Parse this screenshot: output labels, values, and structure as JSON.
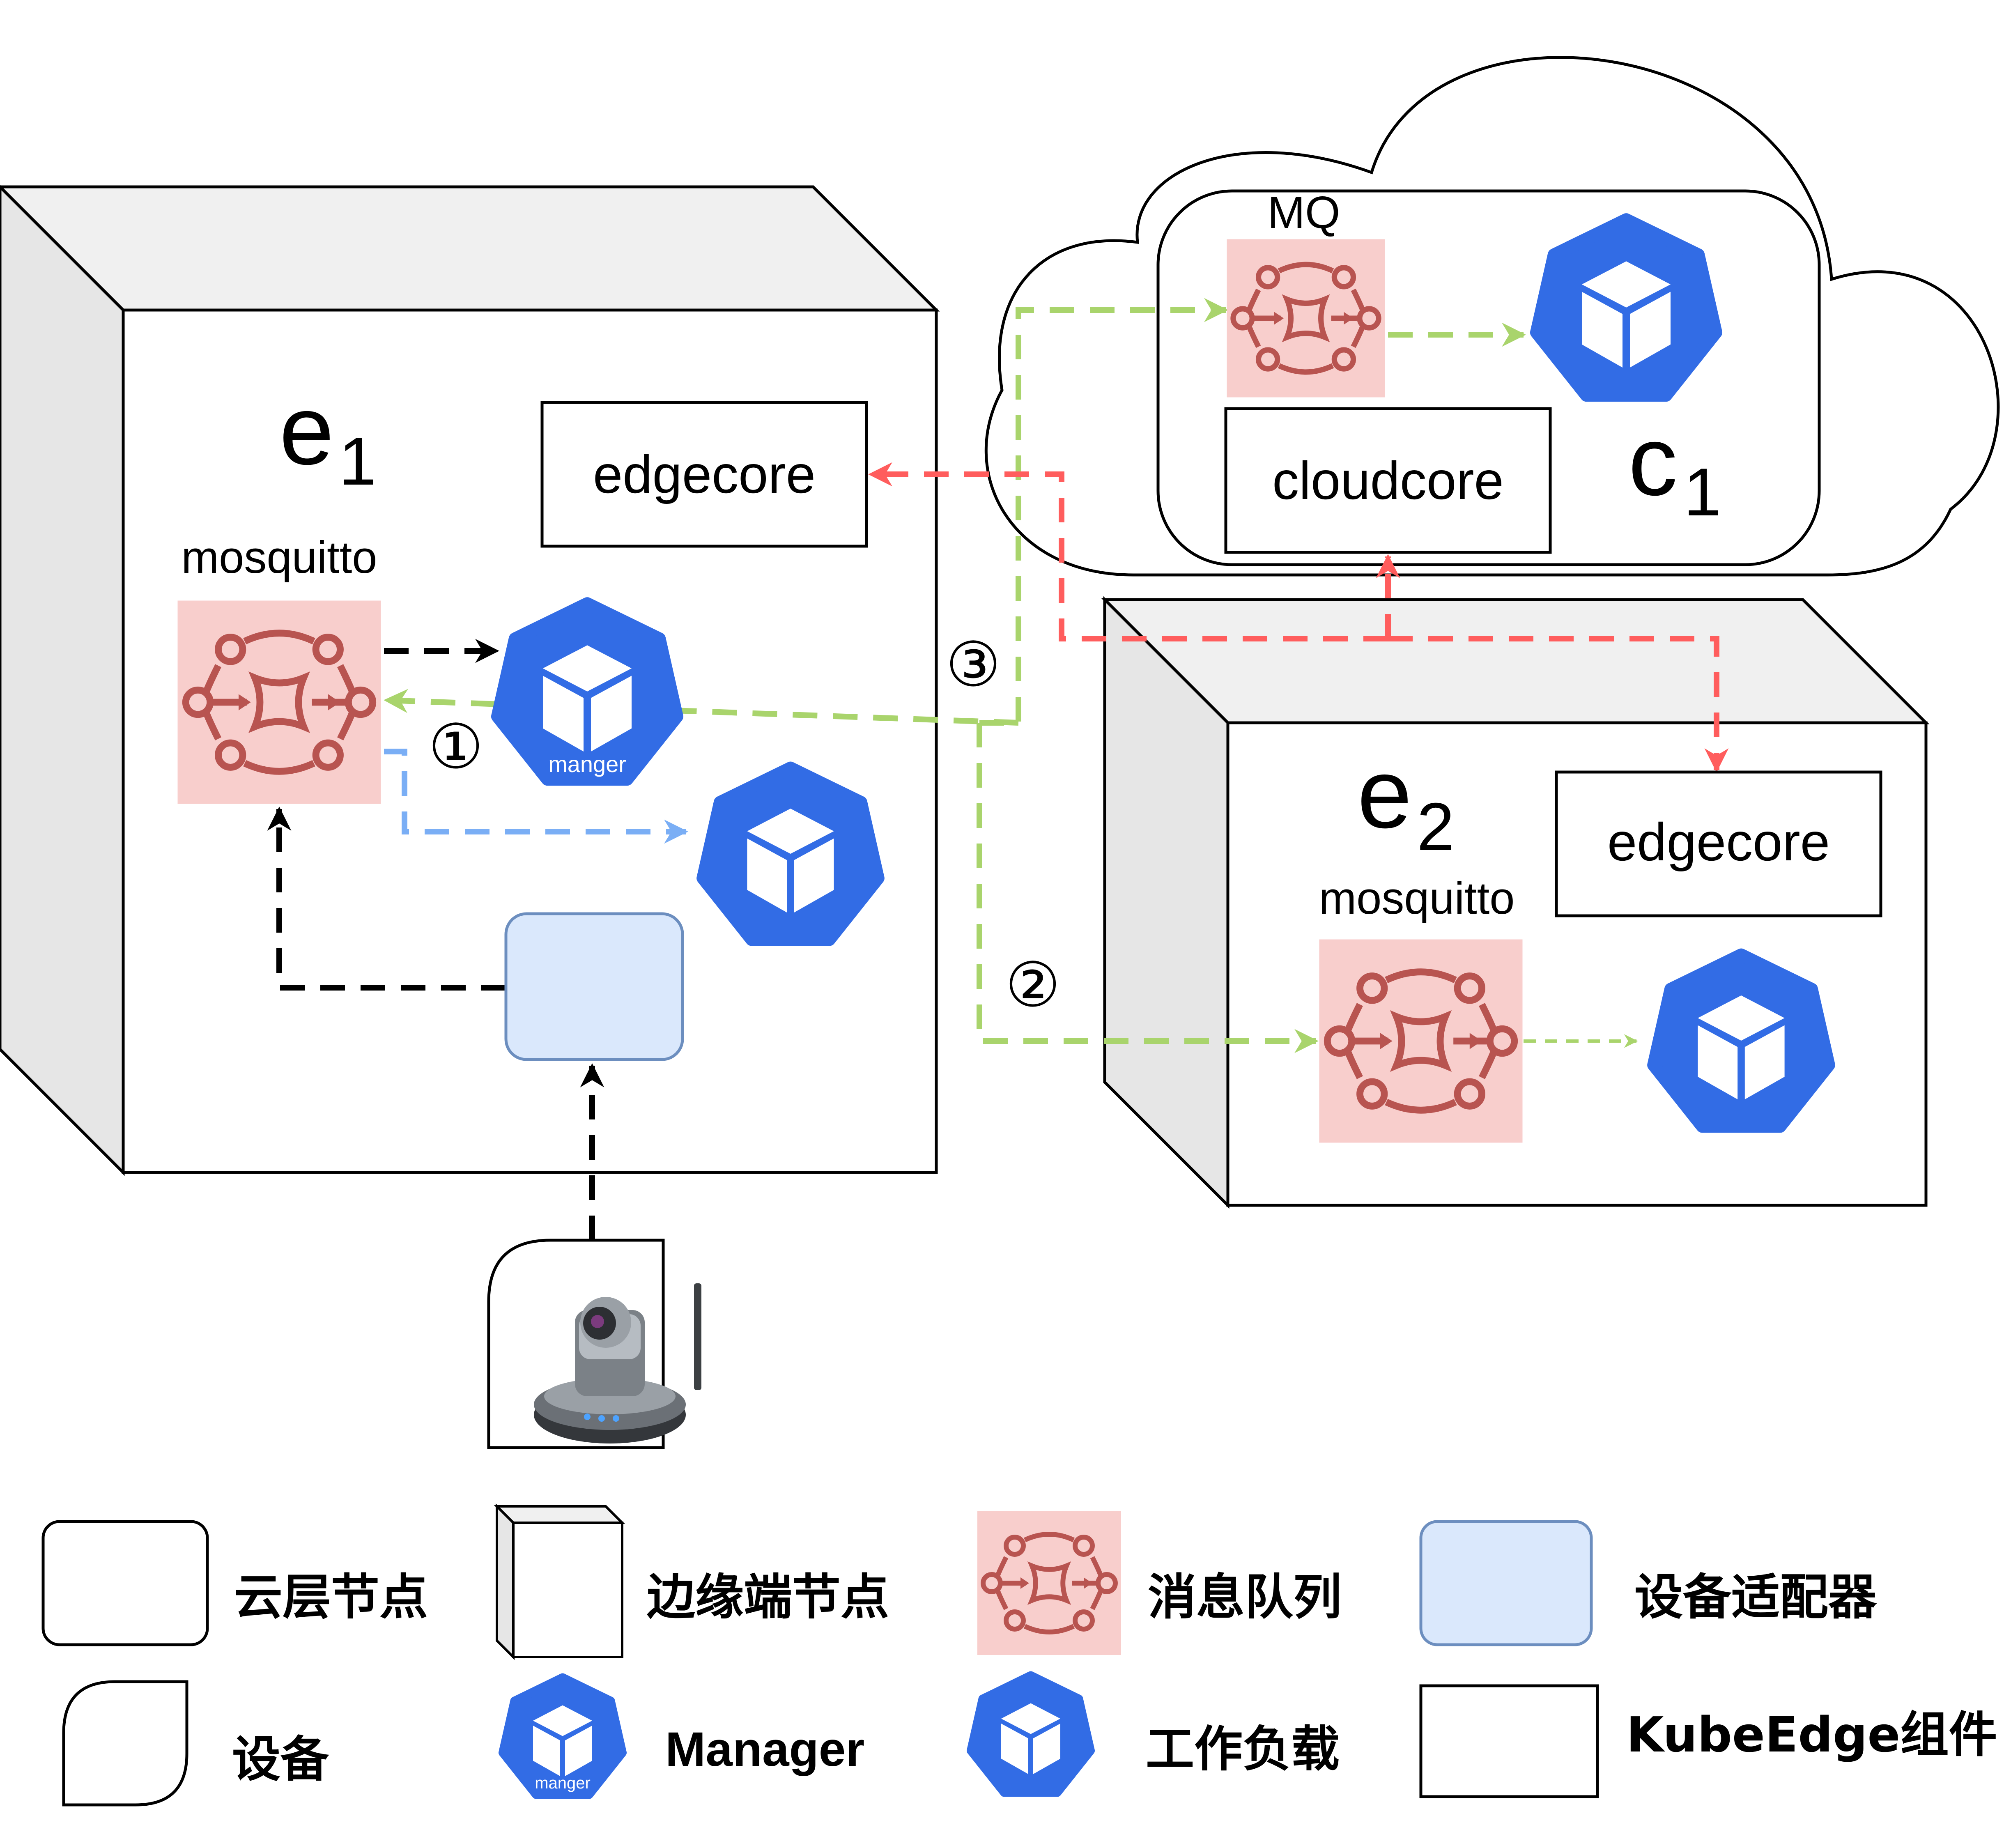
{
  "labels": {
    "edge1_title": "e",
    "edge1_sub": "1",
    "edge2_title": "e",
    "edge2_sub": "2",
    "cloud_title": "c",
    "cloud_sub": "1",
    "edgecore_1": "edgecore",
    "edgecore_2": "edgecore",
    "cloudcore": "cloudcore",
    "mosquitto_1": "mosquitto",
    "mosquitto_2": "mosquitto",
    "mq": "MQ",
    "manger_badge": "manger",
    "step1": "①",
    "step2": "②",
    "step3": "③"
  },
  "legend": {
    "cloud_node": "云层节点",
    "edge_node": "边缘端节点",
    "message_queue": "消息队列",
    "device_adapter": "设备适配器",
    "device": "设备",
    "manager": "Manager",
    "manager_badge": "manger",
    "workload": "工作负载",
    "kubeedge_component": "KubeEdge组件"
  },
  "icons": {
    "workload": "kubernetes-cube-icon",
    "message_queue": "message-queue-icon",
    "device": "webcam-icon"
  },
  "colors": {
    "k8s_blue": "#326ce5",
    "mq_fill": "#f8cecc",
    "mq_stroke": "#b85450",
    "adapter_fill": "#dae8fc",
    "adapter_stroke": "#6c8ebf",
    "green_flow": "#a9d46c",
    "red_flow": "#ff5d5d",
    "blue_flow": "#7aaef5",
    "black_flow": "#000000"
  }
}
